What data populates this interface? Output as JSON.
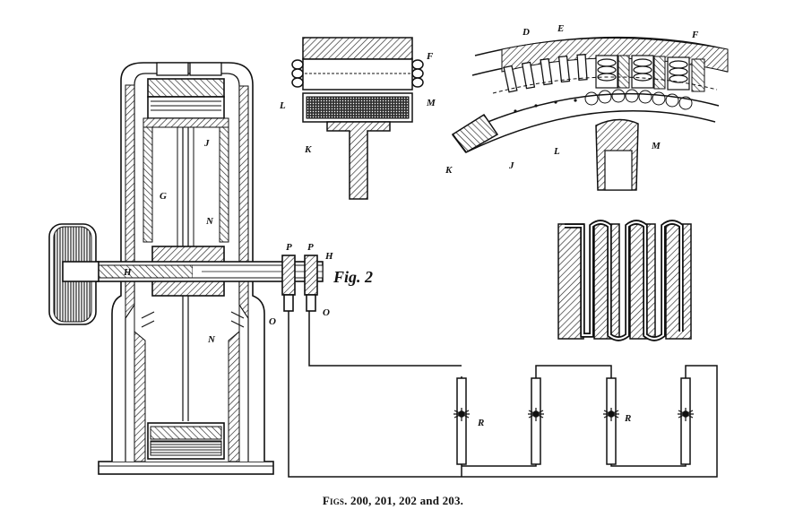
{
  "caption": {
    "prefix": "Figs.",
    "numbers": "200, 201, 202 and 203."
  },
  "fig2": {
    "title": "Fig. 2",
    "labels": {
      "G": "G",
      "J": "J",
      "N_top": "N",
      "N_bottom": "N",
      "H_shaft": "H",
      "H_right": "H",
      "P1": "P",
      "P2": "P",
      "O1": "O",
      "O2": "O"
    }
  },
  "fig_section": {
    "labels": {
      "F": "F",
      "L": "L",
      "M": "M",
      "K": "K"
    }
  },
  "fig_arc": {
    "labels": {
      "D": "D",
      "E": "E",
      "F": "F",
      "L": "L",
      "M": "M",
      "J": "J",
      "K": "K"
    }
  },
  "circuit": {
    "lamp_labels": {
      "R1": "R",
      "R2": "R"
    }
  }
}
